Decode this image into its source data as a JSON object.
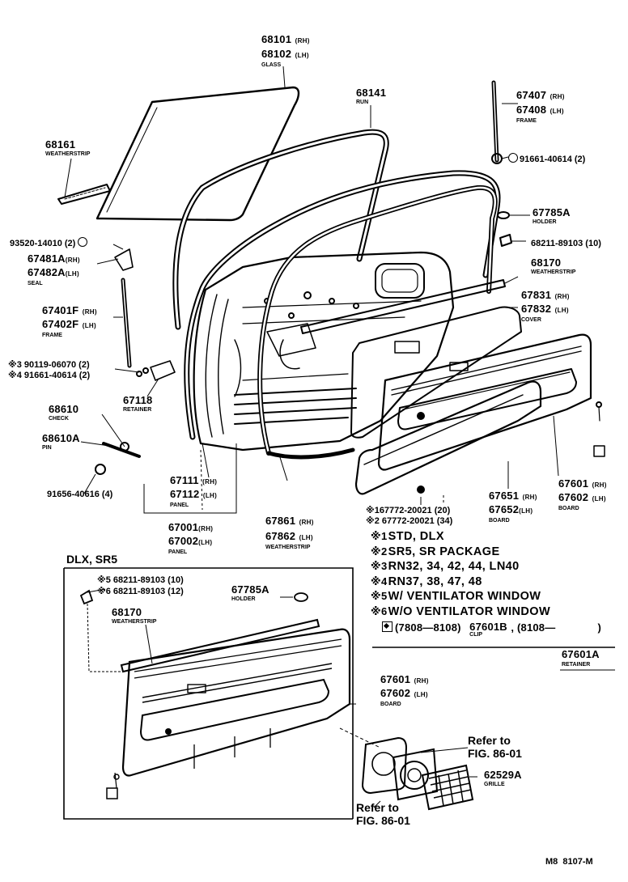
{
  "parts": {
    "glass": {
      "num1": "68101",
      "s1": "(RH)",
      "num2": "68102",
      "s2": "(LH)",
      "name": "GLASS"
    },
    "run": {
      "num": "68141",
      "name": "RUN"
    },
    "frame_upper": {
      "num1": "67407",
      "s1": "(RH)",
      "num2": "67408",
      "s2": "(LH)",
      "name": "FRAME"
    },
    "bolt_upper": {
      "num": "91661-40614 (2)"
    },
    "ws_outer": {
      "num": "68161",
      "name": "WEATHERSTRIP"
    },
    "holder": {
      "num": "67785A",
      "name": "HOLDER"
    },
    "screw_93520": {
      "num": "93520-14010 (2)"
    },
    "clip_68211": {
      "num": "68211-89103 (10)"
    },
    "seal": {
      "num1": "67481A",
      "s1": "(RH)",
      "num2": "67482A",
      "s2": "(LH)",
      "name": "SEAL"
    },
    "ws_inner": {
      "num": "68170",
      "name": "WEATHERSTRIP"
    },
    "frame_lower": {
      "num1": "67401F",
      "s1": "(RH)",
      "num2": "67402F",
      "s2": "(LH)",
      "name": "FRAME"
    },
    "cover": {
      "num1": "67831",
      "s1": "(RH)",
      "num2": "67832",
      "s2": "(LH)",
      "name": "COVER"
    },
    "bolts_34": {
      "l1": "90119-06070 (2)",
      "l2": "91661-40614 (2)",
      "m1": "※3",
      "m2": "※4"
    },
    "retainer": {
      "num": "67118",
      "name": "RETAINER"
    },
    "check": {
      "num": "68610",
      "name": "CHECK"
    },
    "pin": {
      "num": "68610A",
      "name": "PIN"
    },
    "bolt_91656": {
      "num": "91656-40616 (4)"
    },
    "panel_in": {
      "num1": "67111",
      "s1": "(RH)",
      "num2": "67112",
      "s2": "(LH)",
      "name": "PANEL"
    },
    "panel": {
      "num1": "67001",
      "s1": "(RH)",
      "num2": "67002",
      "s2": "(LH)",
      "name": "PANEL"
    },
    "ws_door": {
      "num1": "67861",
      "s1": "(RH)",
      "num2": "67862",
      "s2": "(LH)",
      "name": "WEATHERSTRIP"
    },
    "board_651": {
      "num1": "67651",
      "s1": "(RH)",
      "num2": "67652",
      "s2": "(LH)",
      "name": "BOARD"
    },
    "board_601": {
      "num1": "67601",
      "s1": "(RH)",
      "num2": "67602",
      "s2": "(LH)",
      "name": "BOARD"
    },
    "clips_67772": {
      "l1": "67772-20021 (20)",
      "l2": "67772-20021 (34)",
      "m1": "※1",
      "m2": "※2"
    }
  },
  "notes": [
    {
      "mark": "※1",
      "text": "STD, DLX"
    },
    {
      "mark": "※2",
      "text": "SR5, SR PACKAGE"
    },
    {
      "mark": "※3",
      "text": "RN32, 34, 42, 44, LN40"
    },
    {
      "mark": "※4",
      "text": "RN37, 38, 47, 48"
    },
    {
      "mark": "※5",
      "text": "W/ VENTILATOR WINDOW"
    },
    {
      "mark": "※6",
      "text": "W/O VENTILATOR WINDOW"
    }
  ],
  "clip_note": {
    "range1": "(7808—8108)",
    "num": "67601B",
    "name": "CLIP",
    "range2": ", (8108—",
    "close": ")"
  },
  "retainer_note": {
    "num": "67601A",
    "name": "RETAINER"
  },
  "inset": {
    "title": "DLX, SR5",
    "clip5": "68211-89103 (10)",
    "m5": "※5",
    "clip6": "68211-89103 (12)",
    "m6": "※6",
    "holder_num": "67785A",
    "holder_name": "HOLDER",
    "ws_num": "68170",
    "ws_name": "WEATHERSTRIP",
    "board_num1": "67601",
    "board_s1": "(RH)",
    "board_num2": "67602",
    "board_s2": "(LH)",
    "board_name": "BOARD"
  },
  "speaker": {
    "refer1_a": "Refer to",
    "refer1_b": "FIG. 86-01",
    "grille_num": "62529A",
    "grille_name": "GRILLE",
    "refer2_a": "Refer to",
    "refer2_b": "FIG. 86-01"
  },
  "footer": {
    "code": "M8  8107-M"
  }
}
